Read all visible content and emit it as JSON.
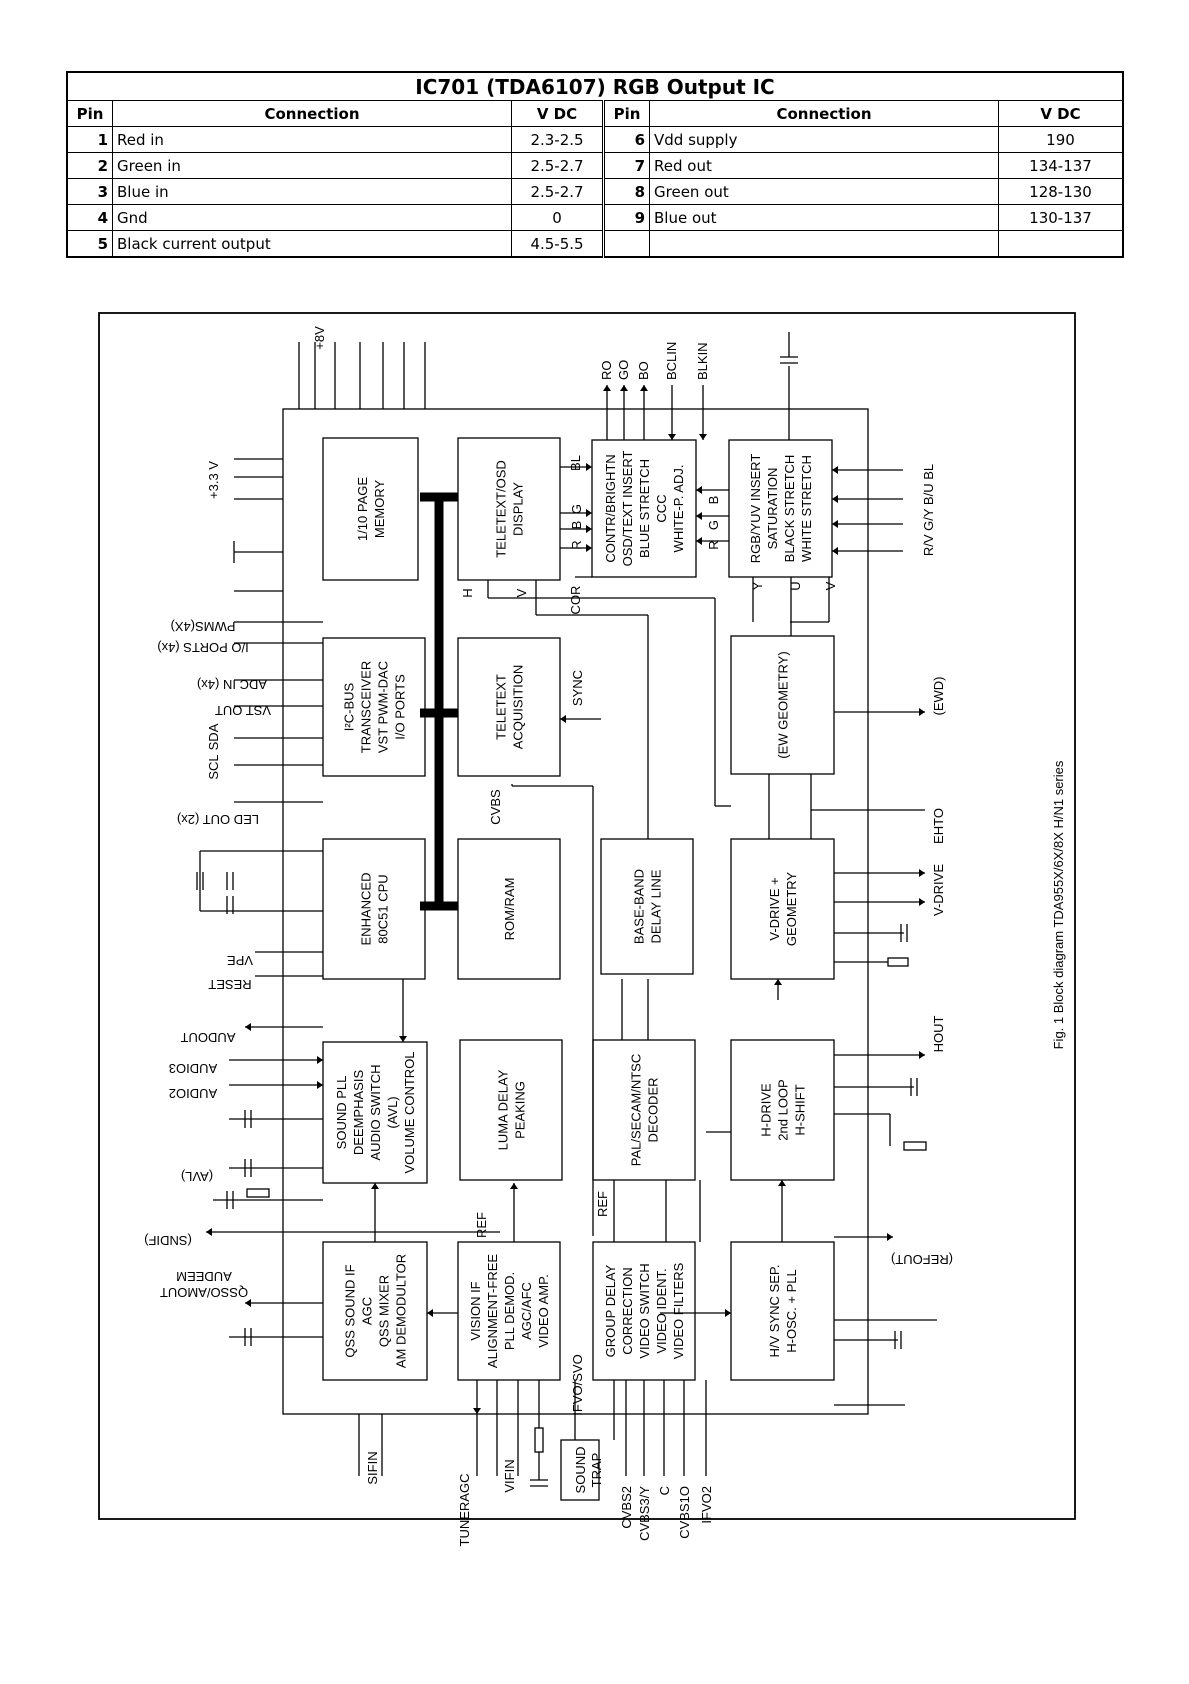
{
  "table": {
    "title": "IC701 (TDA6107) RGB Output IC",
    "headers": [
      "Pin",
      "Connection",
      "V DC",
      "Pin",
      "Connection",
      "V DC"
    ],
    "rows": [
      {
        "pin_l": "1",
        "conn_l": "Red in",
        "vdc_l": "2.3-2.5",
        "pin_r": "6",
        "conn_r": "Vdd supply",
        "vdc_r": "190"
      },
      {
        "pin_l": "2",
        "conn_l": "Green in",
        "vdc_l": "2.5-2.7",
        "pin_r": "7",
        "conn_r": "Red out",
        "vdc_r": "134-137"
      },
      {
        "pin_l": "3",
        "conn_l": "Blue in",
        "vdc_l": "2.5-2.7",
        "pin_r": "8",
        "conn_r": "Green out",
        "vdc_r": "128-130"
      },
      {
        "pin_l": "4",
        "conn_l": "Gnd",
        "vdc_l": "0",
        "pin_r": "9",
        "conn_r": "Blue out",
        "vdc_r": "130-137"
      },
      {
        "pin_l": "5",
        "conn_l": "Black current output",
        "vdc_l": "4.5-5.5",
        "pin_r": "",
        "conn_r": "",
        "vdc_r": ""
      }
    ]
  },
  "diagram": {
    "caption": "Fig. 1  Block diagram TDA955X/6X/8X H/N1 series",
    "blocks": {
      "memory": [
        "1/10 PAGE",
        "MEMORY"
      ],
      "display": [
        "TELETEXT/OSD",
        "DISPLAY"
      ],
      "contr": [
        "CONTR/BRIGHTN",
        "OSD/TEXT INSERT",
        "BLUE STRETCH",
        "CCC",
        "WHITE-P. ADJ."
      ],
      "rgbyuv": [
        "RGB/YUV INSERT",
        "SATURATION",
        "BLACK STRETCH",
        "WHITE STRETCH"
      ],
      "i2c": [
        "I²C-BUS",
        "TRANSCEIVER",
        "VST PWM-DAC",
        "I/O PORTS"
      ],
      "acq": [
        "TELETEXT",
        "ACQUISITION"
      ],
      "ew": [
        "(EW GEOMETRY)"
      ],
      "cpu": [
        "ENHANCED",
        "80C51 CPU"
      ],
      "rom": [
        "ROM/RAM"
      ],
      "baseband": [
        "BASE-BAND",
        "DELAY LINE"
      ],
      "vdrive": [
        "V-DRIVE +",
        "GEOMETRY"
      ],
      "sound": [
        "SOUND PLL",
        "DEEMPHASIS",
        "AUDIO SWITCH",
        "(AVL)",
        "VOLUME CONTROL"
      ],
      "luma": [
        "LUMA DELAY",
        "PEAKING"
      ],
      "decoder": [
        "PAL/SECAM/NTSC",
        "DECODER"
      ],
      "hdrive": [
        "H-DRIVE",
        "2nd LOOP",
        "H-SHIFT"
      ],
      "qss": [
        "QSS SOUND IF",
        "AGC",
        "QSS MIXER",
        "AM DEMODULTOR"
      ],
      "visionif": [
        "VISION IF",
        "ALIGNMENT-FREE",
        "PLL DEMOD.",
        "AGC/AFC",
        "VIDEO AMP."
      ],
      "groupdelay": [
        "GROUP DELAY",
        "CORRECTION",
        "VIDEO SWITCH",
        "VIDEO IDENT.",
        "VIDEO FILTERS"
      ],
      "hvsync": [
        "H/V SYNC SEP.",
        "H-OSC. + PLL"
      ]
    },
    "signals": {
      "plus8v": "+8V",
      "plus33v": "+3.3 V",
      "ro": "RO",
      "go": "GO",
      "bo": "BO",
      "bclin": "BCLIN",
      "blkin": "BLKIN",
      "bl": "BL",
      "g": "G",
      "b": "B",
      "r": "R",
      "h": "H",
      "v": "V",
      "cor": "COR",
      "y": "Y",
      "u": "U",
      "rgb_in": "R/V  G/Y  B/U  BL",
      "pwms": "PWMS(4X)",
      "ioports": "I/O PORTS (4x)",
      "adcin": "ADC IN (4x)",
      "vstout": "VST OUT",
      "sda": "SDA",
      "scl": "SCL",
      "ledout": "LED OUT (2x)",
      "sync": "SYNC",
      "cvbs": "CVBS",
      "ewd": "(EWD)",
      "ehto": "EHTO",
      "vdrive_p": "V-DRIVE",
      "vdrive_m": "V-DRIVE",
      "vpe": "VPE",
      "reset": "RESET",
      "hout": "HOUT",
      "audout": "AUDOUT",
      "audio3": "AUDIO3",
      "audio2": "AUDIO2",
      "avl": "(AVL)",
      "sndif": "(SNDIF)",
      "ref": "REF",
      "refout": "(REFOUT)",
      "qssout": [
        "QSSO/AMOUT",
        "AUDEEM"
      ],
      "sifin": "SIFIN",
      "tuneragc": "TUNERAGC",
      "vifin": "VIFIN",
      "soundtrap": [
        "SOUND",
        "TRAP"
      ],
      "ifvo": "IFVO/SVO",
      "cvbs2": "CVBS2",
      "cvbs3": "CVBS3/Y",
      "c": "C",
      "cvbs1o": "CVBS1O",
      "ifvo2": "IFVO2"
    }
  }
}
